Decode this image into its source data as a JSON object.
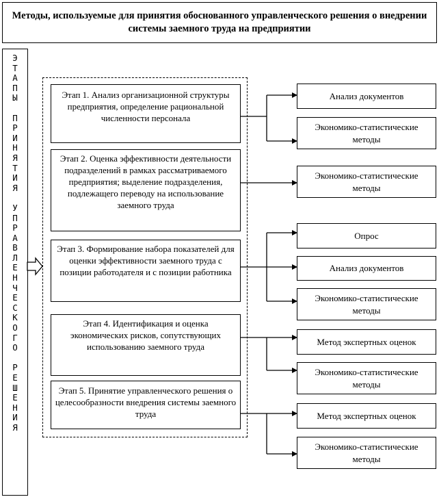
{
  "title": "Методы, используемые для принятия обоснованного управленческого решения о внедрении системы заемного труда на предприятии",
  "side_label": "ЭТАПЫ ПРИНЯТИЯ УПРАВЛЕНЧЕСКОГО РЕШЕНИЯ",
  "stages": [
    {
      "text": "Этап 1. Анализ организационной структуры  предприятия, определение рациональной численности персонала"
    },
    {
      "text": "Этап 2. Оценка эффективности деятельности подразделений в рамках рассматриваемого предприятия; выделение подразделения, подлежащего переводу на использование заемного труда"
    },
    {
      "text": "Этап 3. Формирование набора показателей для оценки эффективности заемного труда с позиции работодателя и с позиции работника"
    },
    {
      "text": "Этап 4. Идентификация и оценка экономических рисков, сопутствующих  использованию заемного труда"
    },
    {
      "text": "Этап 5. Принятие управленческого решения о целесообразности внедрения системы заемного труда"
    }
  ],
  "methods": [
    {
      "text": "Анализ документов"
    },
    {
      "text": "Экономико-статистические методы"
    },
    {
      "text": "Экономико-статистические методы"
    },
    {
      "text": "Опрос"
    },
    {
      "text": "Анализ документов"
    },
    {
      "text": "Экономико-статистические методы"
    },
    {
      "text": "Метод экспертных оценок"
    },
    {
      "text": "Экономико-статистические методы"
    },
    {
      "text": "Метод экспертных оценок"
    },
    {
      "text": "Экономико-статистические методы"
    }
  ]
}
